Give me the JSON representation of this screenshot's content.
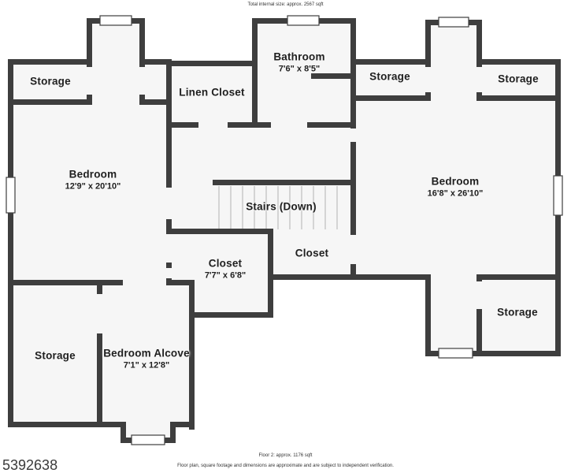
{
  "annotations": {
    "top_note": "Total internal size: approx. 2567 sqft",
    "floor_note": "Floor 2: approx. 1176 sqft",
    "disclaimer": "Floor plan, square footage and dimensions are approximate and are subject to independent verification.",
    "listing_id": "5392638"
  },
  "colors": {
    "wall": "#3e3e3e",
    "room_fill": "#f6f6f6",
    "background": "#ffffff",
    "label": "#1f1f1f",
    "stair_tread": "#c9c9c9"
  },
  "rooms": {
    "storage_top_left": {
      "name": "Storage"
    },
    "bedroom_left": {
      "name": "Bedroom",
      "dims": "12'9\" x 20'10\""
    },
    "linen_closet": {
      "name": "Linen Closet"
    },
    "bathroom": {
      "name": "Bathroom",
      "dims": "7'6\" x 8'5\""
    },
    "storage_top_mid": {
      "name": "Storage"
    },
    "storage_top_right": {
      "name": "Storage"
    },
    "bedroom_right": {
      "name": "Bedroom",
      "dims": "16'8\" x 26'10\""
    },
    "stairs": {
      "name": "Stairs (Down)"
    },
    "closet_left": {
      "name": "Closet",
      "dims": "7'7\" x 6'8\""
    },
    "closet_right": {
      "name": "Closet"
    },
    "storage_bottom_right": {
      "name": "Storage"
    },
    "storage_bottom_left": {
      "name": "Storage"
    },
    "bedroom_alcove": {
      "name": "Bedroom Alcove",
      "dims": "7'1\" x 12'8\""
    }
  }
}
